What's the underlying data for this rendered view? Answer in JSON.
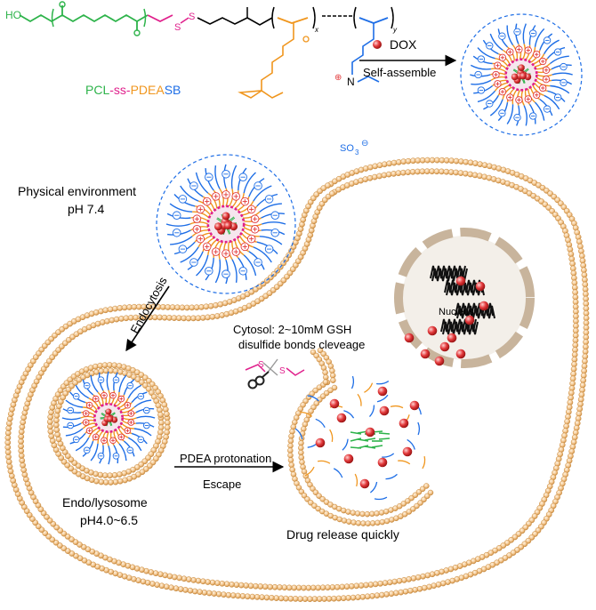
{
  "polymer": {
    "name_pcl": "PCL",
    "name_ss": "-ss-",
    "name_pdea": "PDEA",
    "name_sb": "SB",
    "end_group": "HO",
    "so3": "SO",
    "so3_sub": "3",
    "so3_charge": "⊖",
    "n_charge": "⊕",
    "n_label": "N",
    "s1": "S",
    "s2": "S",
    "sub_x": "x",
    "sub_y": "y"
  },
  "step1": {
    "dox_label": "DOX",
    "arrow_label": "Self-assemble"
  },
  "cell": {
    "physical_env_line1": "Physical environment",
    "physical_env_line2": "pH 7.4",
    "endocytosis": "Endocytosis",
    "cytosol_line1": "Cytosol: 2~10mM GSH",
    "cytosol_line2": "disulfide bonds cleveage",
    "nucleus": "Nucleus",
    "endo_line1": "Endo/lysosome",
    "endo_line2": "pH4.0~6.5",
    "protonation": "PDEA protonation",
    "escape": "Escape",
    "release": "Drug release quickly"
  },
  "colors": {
    "pcl_green": "#2db34a",
    "ss_magenta": "#e0208c",
    "pdea_orange": "#f0961e",
    "sb_blue": "#1e6ee6",
    "membrane": "#f2c48c",
    "membrane_edge": "#c8893c",
    "dox_red": "#e2383a",
    "nucleus_fill": "#f3efe9",
    "nucleus_envelope": "#c8b49c"
  }
}
